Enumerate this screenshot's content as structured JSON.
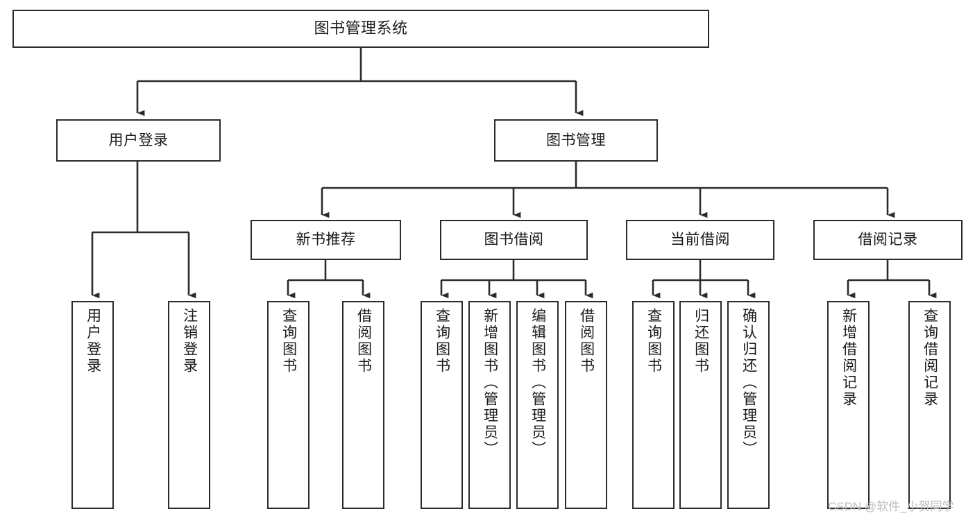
{
  "diagram": {
    "title": "图书管理系统",
    "type": "hierarchy-tree",
    "orientation": "top-down",
    "colors": {
      "box_border": "#2b2b2b",
      "box_fill": "#ffffff",
      "connector": "#2b2b2b",
      "text": "#1a1a1a",
      "watermark": "#bdbdbd",
      "background": "#ffffff"
    },
    "root": {
      "id": "root",
      "label": "图书管理系统"
    },
    "level2": [
      {
        "id": "user-login",
        "label": "用户登录"
      },
      {
        "id": "book-management",
        "label": "图书管理"
      }
    ],
    "level3": [
      {
        "id": "new-book-recommend",
        "label": "新书推荐",
        "parent": "book-management"
      },
      {
        "id": "book-borrow",
        "label": "图书借阅",
        "parent": "book-management"
      },
      {
        "id": "current-borrow",
        "label": "当前借阅",
        "parent": "book-management"
      },
      {
        "id": "borrow-record",
        "label": "借阅记录",
        "parent": "book-management"
      }
    ],
    "leaves": [
      {
        "id": "leaf-user-login",
        "label": "用户登录",
        "parent": "user-login"
      },
      {
        "id": "leaf-logout-login",
        "label": "注销登录",
        "parent": "user-login"
      },
      {
        "id": "leaf-query-book-1",
        "label": "查询图书",
        "parent": "new-book-recommend"
      },
      {
        "id": "leaf-borrow-book-1",
        "label": "借阅图书",
        "parent": "new-book-recommend"
      },
      {
        "id": "leaf-query-book-2",
        "label": "查询图书",
        "parent": "book-borrow"
      },
      {
        "id": "leaf-add-book",
        "label": "新增图书（管理员）",
        "parent": "book-borrow"
      },
      {
        "id": "leaf-edit-book",
        "label": "编辑图书（管理员）",
        "parent": "book-borrow"
      },
      {
        "id": "leaf-borrow-book-2",
        "label": "借阅图书",
        "parent": "book-borrow"
      },
      {
        "id": "leaf-query-book-3",
        "label": "查询图书",
        "parent": "current-borrow"
      },
      {
        "id": "leaf-return-book",
        "label": "归还图书",
        "parent": "current-borrow"
      },
      {
        "id": "leaf-confirm-return",
        "label": "确认归还（管理员）",
        "parent": "current-borrow"
      },
      {
        "id": "leaf-add-record",
        "label": "新增借阅记录",
        "parent": "borrow-record"
      },
      {
        "id": "leaf-query-record",
        "label": "查询借阅记录",
        "parent": "borrow-record"
      }
    ]
  },
  "watermark": {
    "text": "CSDN @软件_小贺同学"
  }
}
